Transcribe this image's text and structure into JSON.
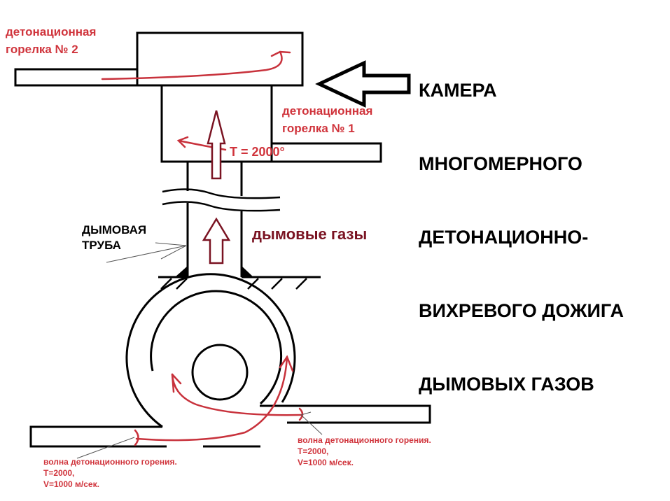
{
  "title": {
    "lines": [
      "КАМЕРА",
      "МНОГОМЕРНОГО",
      "ДЕТОНАЦИОННО-",
      "ВИХРЕВОГО ДОЖИГА",
      "ДЫМОВЫХ ГАЗОВ"
    ]
  },
  "labels": {
    "burner2": "детонационная\nгорелка № 2",
    "burner1": "детонационная\nгорелка № 1",
    "temperature": "T = 2000°",
    "chimney": "ДЫМОВАЯ\nТРУБА",
    "flue_gases": "дымовые газы",
    "wave_left": "волна детонационного горения.\nT=2000,\nV=1000 м/сек.",
    "wave_right": "волна детонационного горения.\nT=2000,\nV=1000 м/сек."
  },
  "colors": {
    "outline": "#000000",
    "flow": "#c8323c",
    "gas_arrow": "#7a1322"
  }
}
